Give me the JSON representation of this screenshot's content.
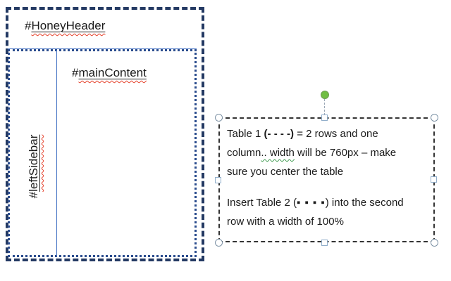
{
  "wireframe": {
    "header": {
      "hash": "#",
      "name": "HoneyHeader"
    },
    "main": {
      "hash": "#",
      "name": "mainContent"
    },
    "sidebar": {
      "hash": "#",
      "name": "leftSidebar"
    }
  },
  "note": {
    "line1": {
      "a": "Table 1 ",
      "b": "(- - - -)",
      "c": " = 2 rows and one"
    },
    "line2": {
      "a": "column",
      "b": ".. width",
      "c": " will be 760px – make"
    },
    "line3": "sure you center the table",
    "line4": {
      "a": "Insert Table 2 (",
      "b": "▪ ▪ ▪ ▪",
      "c": ") into the second"
    },
    "line5": "row with a width of 100%"
  },
  "colors": {
    "outer_dashed_border": "#243A63",
    "inner_dotted_border": "#2C4D8E",
    "divider_line": "#4472C4",
    "note_border": "#333333",
    "rotation_handle_green": "#71BE44",
    "resize_square_border": "#92AFCB",
    "resize_circle_border": "#7E93A6",
    "spellcheck_red": "#E5402A",
    "grammar_green": "#3E9B4F",
    "text": "#1A1A1A"
  }
}
